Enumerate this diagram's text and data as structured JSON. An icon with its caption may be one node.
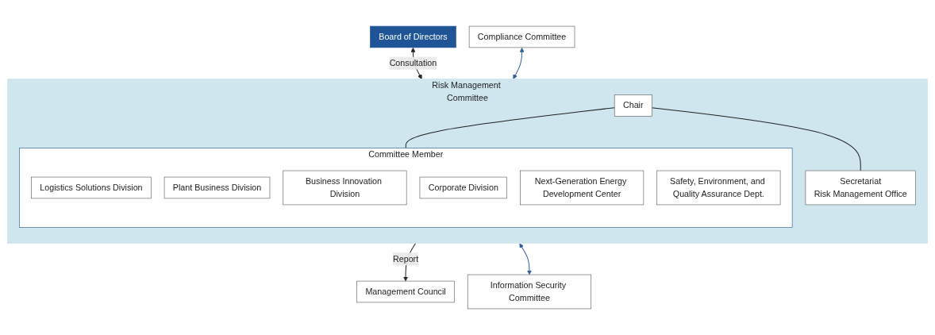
{
  "diagram": {
    "nodes": [
      {
        "text": [
          "Board of Directors"
        ]
      },
      {
        "text": [
          "Management Council"
        ]
      },
      {
        "text": [
          "Risk Management Committee"
        ]
      },
      {
        "text": [
          "Chair"
        ],
        "in": 2
      },
      {
        "text": [
          "Secretariat",
          "Risk Management Office"
        ],
        "in": 2
      },
      {
        "text": [
          "Committee Member"
        ],
        "in": 2
      },
      {
        "text": [
          "Logistics Solutions Division"
        ],
        "in": 5
      },
      {
        "text": [
          "Plant Business Division"
        ],
        "in": 5
      },
      {
        "text": [
          "Business Innovation Division"
        ],
        "in": 5
      },
      {
        "text": [
          "Corporate Division"
        ],
        "in": 5
      },
      {
        "text": [
          "Next-Generation Energy Development Center"
        ],
        "in": 5
      },
      {
        "text": [
          "Safety, Environment, and Quality Assurance Dept."
        ],
        "in": 5
      },
      {
        "text": [
          "Compliance Committee"
        ]
      },
      {
        "text": [
          "Information Security Committee"
        ]
      }
    ],
    "edges": [
      {
        "from": 0,
        "to": 2,
        "arrow": "both",
        "label": "Consultation"
      },
      {
        "from": 2,
        "to": 1,
        "arrow": "to",
        "label": "Report"
      },
      {
        "from": 3,
        "to": 5,
        "arrow": "none"
      },
      {
        "from": 3,
        "to": 4,
        "arrow": "none"
      },
      {
        "from": 12,
        "to": 2,
        "arrow": "both",
        "color": "#2e5fa0"
      },
      {
        "from": 2,
        "to": 13,
        "arrow": "both",
        "color": "#2e5fa0"
      }
    ]
  }
}
